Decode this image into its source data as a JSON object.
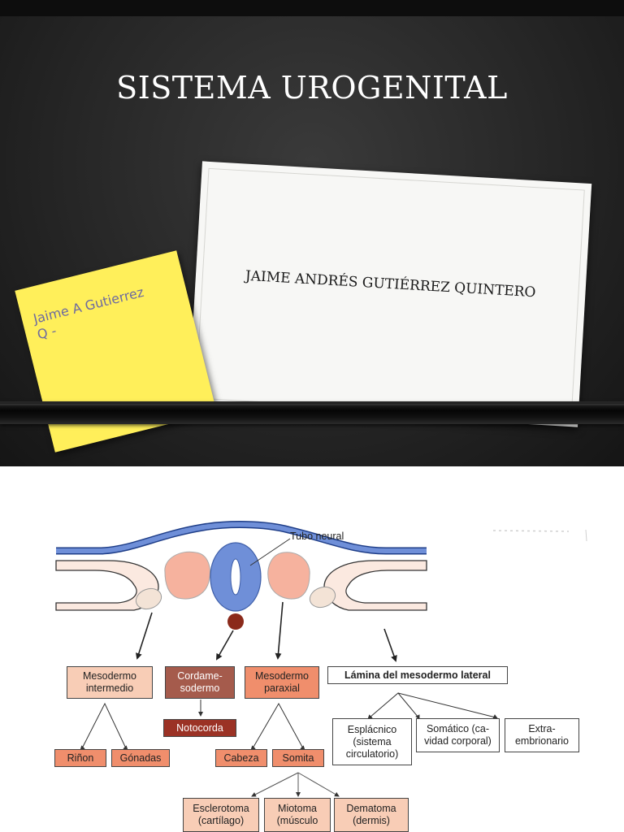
{
  "slide1": {
    "title": "SISTEMA UROGENITAL",
    "card_text": "JAIME ANDRÉS GUTIÉRREZ QUINTERO",
    "sticky_note_text": "Jaime A Gutierrez\nQ -"
  },
  "slide2": {
    "tube_label": "Tubo neural",
    "boxes": {
      "mesodermo_intermedio": "Mesodermo intermedio",
      "cordamesodermo": "Cordame- sodermo",
      "mesodermo_paraxial": "Mesodermo paraxial",
      "lamina": "Lámina del mesodermo lateral",
      "notocorda": "Notocorda",
      "rinon": "Riñon",
      "gonadas": "Gónadas",
      "cabeza": "Cabeza",
      "somita": "Somita",
      "esplacnico": "Esplácnico (sistema circulatorio)",
      "somatico": "Somático (ca- vidad corporal)",
      "extra": "Extra- embrionario",
      "esclerotoma": "Esclerotoma (cartílago)",
      "miotoma": "Miotoma (músculo",
      "dermatoma": "Dematoma (dermis)"
    }
  },
  "colors": {
    "background_dark": "#262626",
    "sticky_yellow": "#ffef5a",
    "peach": "#f8cdb6",
    "orange": "#f08e6c",
    "dark_red": "#9b3225",
    "neural_blue": "#6f8fd8"
  }
}
